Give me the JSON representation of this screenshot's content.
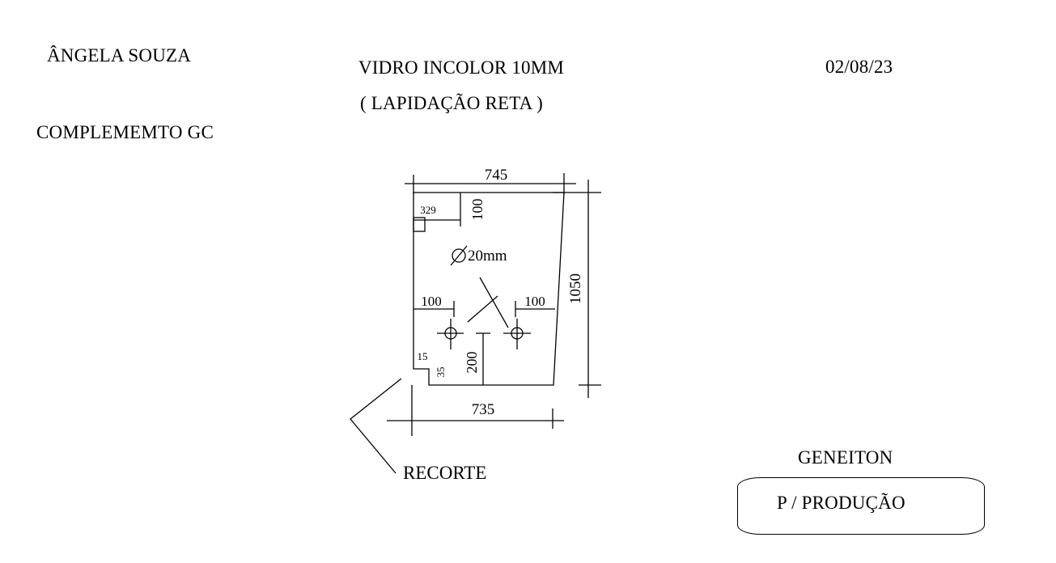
{
  "header": {
    "client": "ÂNGELA SOUZA",
    "subtitle": "COMPLEMEMTO GC",
    "material": "VIDRO INCOLOR  10MM",
    "finish": "( LAPIDAÇÃO RETA )",
    "date": "02/08/23"
  },
  "drawing": {
    "width_top": "745",
    "width_bottom": "735",
    "height_right": "1050",
    "corner_offset_x": "329",
    "corner_offset_y": "100",
    "hole_diameter": "20mm",
    "hole_left_offset": "100",
    "hole_right_offset": "100",
    "hole_height": "200",
    "notch_width": "15",
    "notch_height": "35",
    "notch_label": "RECORTE"
  },
  "footer": {
    "operator": "GENEITON",
    "stamp": "P / PRODUÇÃO"
  }
}
